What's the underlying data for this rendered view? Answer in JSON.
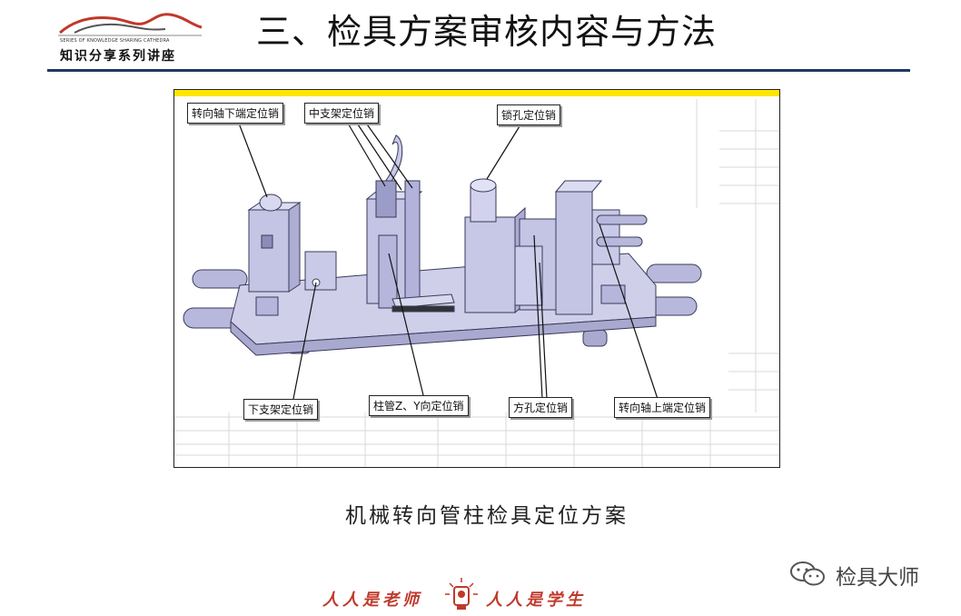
{
  "header": {
    "logo_small_text": "SERIES OF KNOWLEDGE SHARING CATHEDRA",
    "logo_main_text": "知识分享系列讲座",
    "title": "三、检具方案审核内容与方法"
  },
  "figure": {
    "callouts": {
      "steering_lower": "转向轴下端定位销",
      "middle_bracket": "中支架定位销",
      "lock_hole": "锁孔定位销",
      "lower_bracket": "下支架定位销",
      "column_zy": "柱管Z、Y向定位销",
      "square_hole": "方孔定位销",
      "steering_upper": "转向轴上端定位销"
    }
  },
  "caption": "机械转向管柱检具定位方案",
  "watermark": {
    "text": "检具大师",
    "icon": "wechat-icon"
  },
  "footer": {
    "motto_left": "人人是老师",
    "motto_right": "人人是学生",
    "icon": "lantern-icon"
  },
  "colors": {
    "title_rule": "#1f3864",
    "figure_top_band": "#ffe600",
    "logo_accent": "#c0392b",
    "motto": "#c0392b",
    "fixture": "#c9c9e8"
  }
}
